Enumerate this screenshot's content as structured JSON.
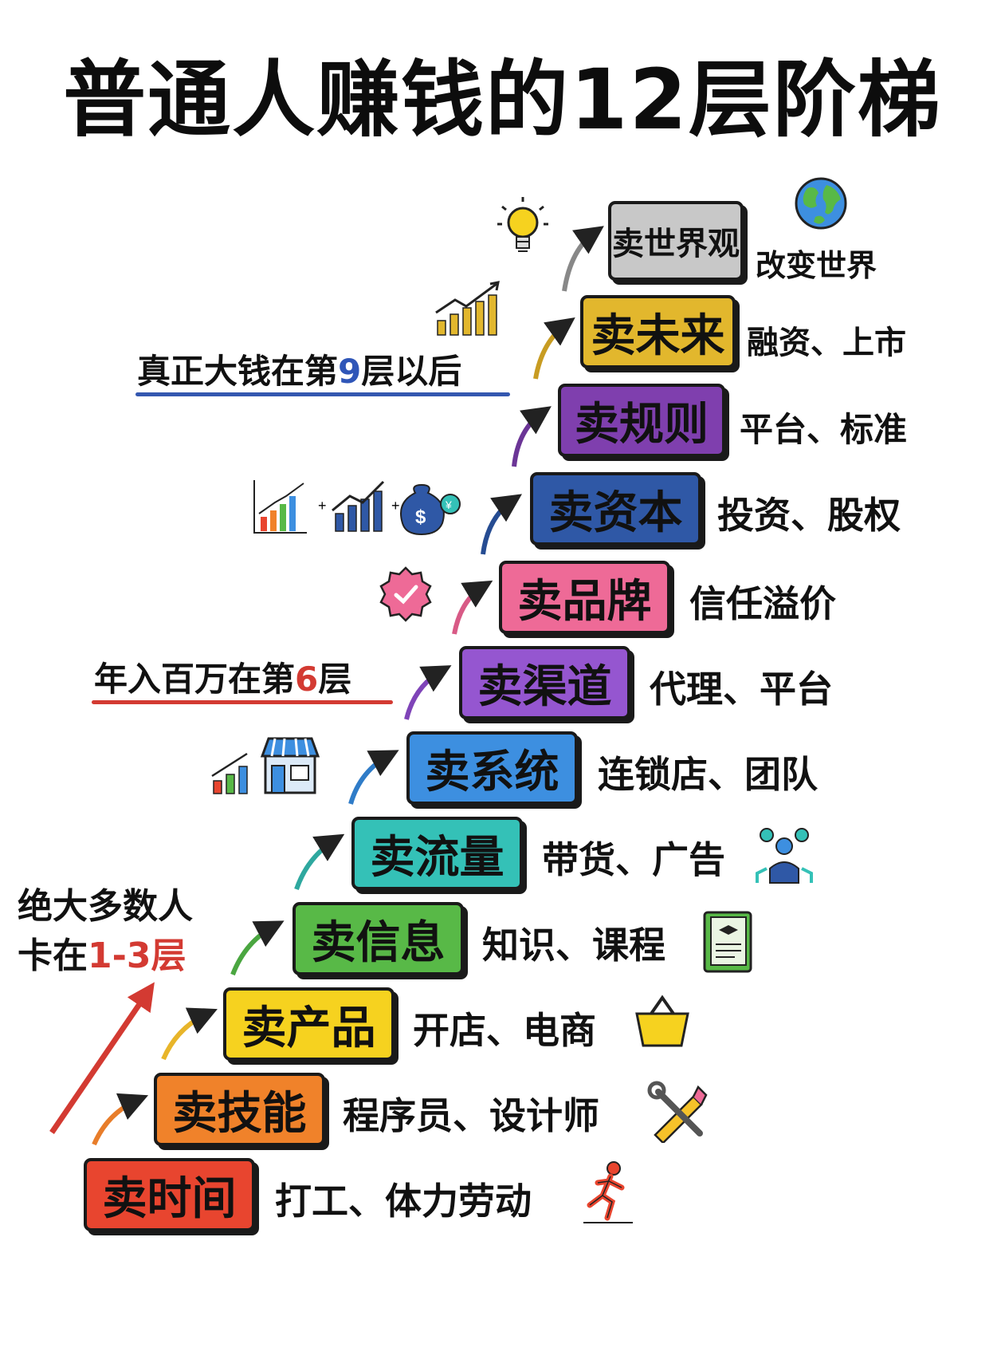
{
  "title": "普通人赚钱的12层阶梯",
  "steps": [
    {
      "level": 1,
      "label": "卖时间",
      "desc": "打工、体力劳动",
      "color": "#e8452f"
    },
    {
      "level": 2,
      "label": "卖技能",
      "desc": "程序员、设计师",
      "color": "#f0822a"
    },
    {
      "level": 3,
      "label": "卖产品",
      "desc": "开店、电商",
      "color": "#f6d21f"
    },
    {
      "level": 4,
      "label": "卖信息",
      "desc": "知识、课程",
      "color": "#58b947"
    },
    {
      "level": 5,
      "label": "卖流量",
      "desc": "带货、广告",
      "color": "#34c1b7"
    },
    {
      "level": 6,
      "label": "卖系统",
      "desc": "连锁店、团队",
      "color": "#3d8fe0"
    },
    {
      "level": 7,
      "label": "卖渠道",
      "desc": "代理、平台",
      "color": "#9556d0"
    },
    {
      "level": 8,
      "label": "卖品牌",
      "desc": "信任溢价",
      "color": "#ee6a97"
    },
    {
      "level": 9,
      "label": "卖资本",
      "desc": "投资、股权",
      "color": "#2f58a6"
    },
    {
      "level": 10,
      "label": "卖规则",
      "desc": "平台、标准",
      "color": "#7f3fae"
    },
    {
      "level": 11,
      "label": "卖未来",
      "desc": "融资、上市",
      "color": "#e2b72d"
    },
    {
      "level": 12,
      "label": "卖世界观",
      "desc": "改变世界",
      "color": "#c8c8c8"
    }
  ],
  "notes": {
    "big_money": {
      "pre": "真正大钱在第",
      "num": "9",
      "post": "层以后"
    },
    "million": {
      "pre": "年入百万在第",
      "num": "6",
      "post": "层"
    },
    "most_people_line1": "绝大多数人",
    "most_people_line2_pre": "卡在",
    "most_people_line2_hl": "1-3层"
  },
  "colors": {
    "arrow_red": "#d33a32",
    "underline_blue": "#3357b0",
    "underline_red": "#d33a32"
  },
  "icons": [
    "runner-icon",
    "tools-icon",
    "basket-icon",
    "book-icon",
    "people-icon",
    "shop-icon",
    "chart-icon",
    "badge-icon",
    "money-bag-icon",
    "lightbulb-icon",
    "globe-icon"
  ]
}
